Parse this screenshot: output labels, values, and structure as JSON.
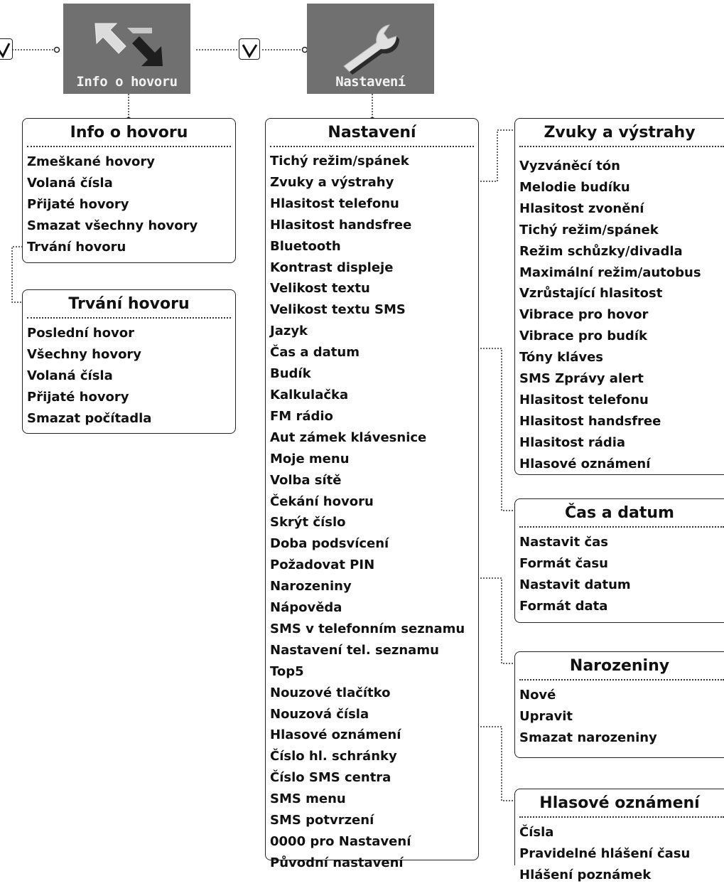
{
  "tiles": [
    {
      "id": "info",
      "label": "Info o hovoru",
      "icon": "arrows-icon"
    },
    {
      "id": "settings",
      "label": "Nastavení",
      "icon": "wrench-icon"
    }
  ],
  "panels": {
    "info_o_hovoru": {
      "title": "Info o hovoru",
      "items": [
        "Zmeškané hovory",
        "Volaná čísla",
        "Přijaté hovory",
        "Smazat všechny hovory",
        "Trvání hovoru"
      ]
    },
    "trvani_hovoru": {
      "title": "Trvání hovoru",
      "items": [
        "Poslední hovor",
        "Všechny hovory",
        "Volaná čísla",
        "Přijaté hovory",
        "Smazat počítadla"
      ]
    },
    "nastaveni": {
      "title": "Nastavení",
      "items": [
        "Tichý režim/spánek",
        "Zvuky a výstrahy",
        "Hlasitost telefonu",
        "Hlasitost handsfree",
        "Bluetooth",
        "Kontrast displeje",
        "Velikost textu",
        "Velikost textu SMS",
        "Jazyk",
        "Čas a datum",
        "Budík",
        "Kalkulačka",
        "FM rádio",
        "Aut zámek klávesnice",
        "Moje menu",
        "Volba sítě",
        "Čekání hovoru",
        "Skrýt číslo",
        "Doba podsvícení",
        "Požadovat PIN",
        "Narozeniny",
        "Nápověda",
        "SMS v telefonním seznamu",
        "Nastavení tel. seznamu",
        "Top5",
        "Nouzové tlačítko",
        "Nouzová čísla",
        "Hlasové oznámení",
        "Číslo hl. schránky",
        "Číslo SMS centra",
        "SMS menu",
        "SMS potvrzení",
        "0000 pro Nastavení",
        "Původní nastavení"
      ]
    },
    "zvuky": {
      "title": "Zvuky a výstrahy",
      "items": [
        "Vyzváněcí tón",
        "Melodie budíku",
        "Hlasitost zvonění",
        "Tichý režim/spánek",
        "Režim schůzky/divadla",
        "Maximální režim/autobus",
        "Vzrůstající hlasitost",
        "Vibrace pro hovor",
        "Vibrace pro budík",
        "Tóny kláves",
        "SMS Zprávy alert",
        "Hlasitost telefonu",
        "Hlasitost handsfree",
        "Hlasitost rádia",
        "Hlasové oznámení"
      ]
    },
    "cas": {
      "title": "Čas a datum",
      "items": [
        "Nastavit čas",
        "Formát času",
        "Nastavit datum",
        "Formát data"
      ]
    },
    "narozeniny": {
      "title": "Narozeniny",
      "items": [
        "Nové",
        "Upravit",
        "Smazat narozeniny"
      ]
    },
    "hlasove": {
      "title": "Hlasové oznámení",
      "items": [
        "Čísla",
        "Pravidelné hlášení času",
        "Hlášení poznámek"
      ]
    }
  }
}
